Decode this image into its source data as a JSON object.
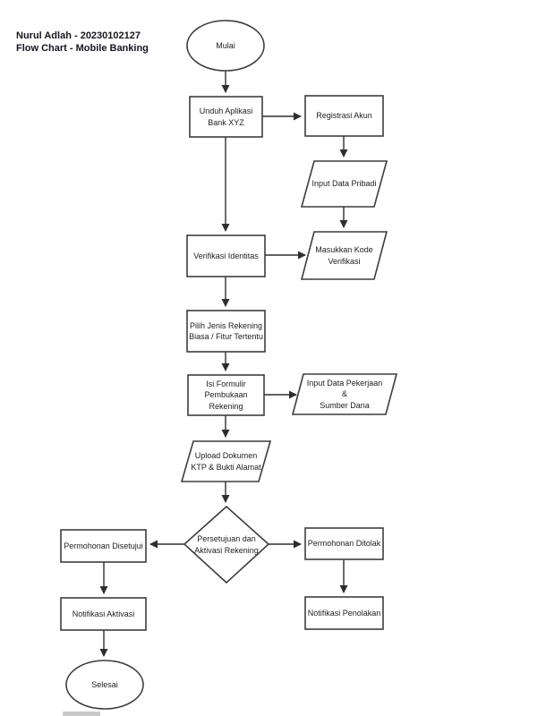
{
  "header": {
    "line1": "Nurul Adlah - 20230102127",
    "line2": "Flow Chart - Mobile Banking"
  },
  "colors": {
    "stroke": "#3d3d3d",
    "connector": "#2e2e2e",
    "text": "#212121",
    "header_text": "#16161e",
    "background": "#ffffff"
  },
  "nodes": {
    "mulai": {
      "type": "terminator",
      "label": "Mulai"
    },
    "unduh": {
      "type": "process",
      "label": "Unduh Aplikasi\nBank XYZ"
    },
    "registrasi": {
      "type": "process",
      "label": "Registrasi Akun"
    },
    "input_pribadi": {
      "type": "io",
      "label": "Input Data Pribadi"
    },
    "verifikasi": {
      "type": "process",
      "label": "Verifikasi Identitas"
    },
    "kode": {
      "type": "io",
      "label": "Masukkan Kode\nVerifikasi"
    },
    "pilih": {
      "type": "process",
      "label": "Pilih Jenis Rekening\nBiasa / Fitur Tertentu"
    },
    "formulir": {
      "type": "process",
      "label": "Isi Formulir\nPembukaan\nRekening"
    },
    "pekerjaan": {
      "type": "io",
      "label": "Input Data Pekerjaan\n&\nSumber Dana"
    },
    "upload": {
      "type": "io",
      "label": "Upload Dokumen\nKTP & Bukti Alamat"
    },
    "persetujuan": {
      "type": "decision",
      "label": "Persetujuan dan\nAktivasi Rekening"
    },
    "disetujui": {
      "type": "process",
      "label": "Permohonan Disetujui"
    },
    "ditolak": {
      "type": "process",
      "label": "Permohonan Ditolak"
    },
    "notif_aktivasi": {
      "type": "process",
      "label": "Notifikasi Aktivasi"
    },
    "notif_penolakan": {
      "type": "process",
      "label": "Notifikasi Penolakan"
    },
    "selesai": {
      "type": "terminator",
      "label": "Selesai"
    }
  },
  "edges": [
    {
      "from": "mulai",
      "to": "unduh"
    },
    {
      "from": "unduh",
      "to": "registrasi"
    },
    {
      "from": "unduh",
      "to": "verifikasi"
    },
    {
      "from": "registrasi",
      "to": "input_pribadi"
    },
    {
      "from": "input_pribadi",
      "to": "kode"
    },
    {
      "from": "verifikasi",
      "to": "kode"
    },
    {
      "from": "verifikasi",
      "to": "pilih"
    },
    {
      "from": "pilih",
      "to": "formulir"
    },
    {
      "from": "formulir",
      "to": "pekerjaan"
    },
    {
      "from": "formulir",
      "to": "upload"
    },
    {
      "from": "upload",
      "to": "persetujuan"
    },
    {
      "from": "persetujuan",
      "to": "disetujui"
    },
    {
      "from": "persetujuan",
      "to": "ditolak"
    },
    {
      "from": "disetujui",
      "to": "notif_aktivasi"
    },
    {
      "from": "notif_aktivasi",
      "to": "selesai"
    },
    {
      "from": "ditolak",
      "to": "notif_penolakan"
    }
  ]
}
